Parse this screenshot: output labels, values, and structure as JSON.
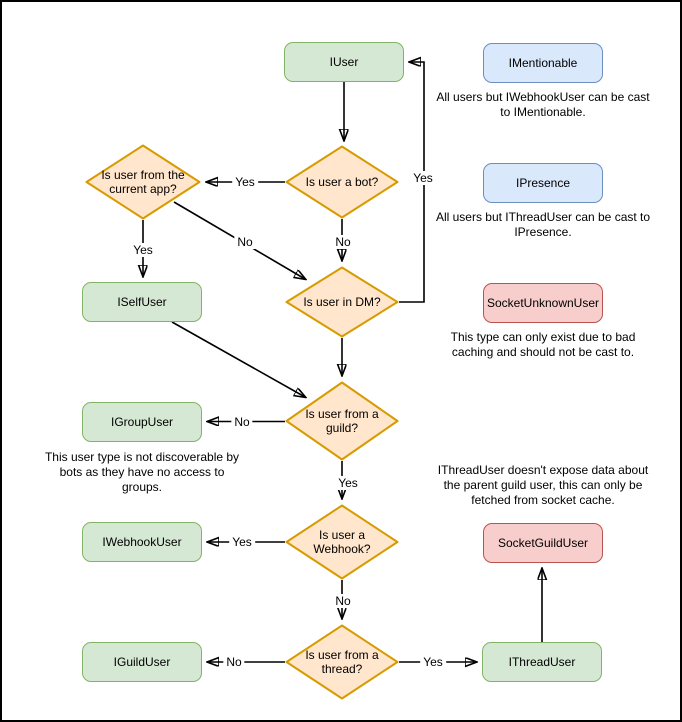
{
  "diagram": {
    "nodes": {
      "iuser": {
        "label": "IUser"
      },
      "imentionable": {
        "label": "IMentionable"
      },
      "ipresence": {
        "label": "IPresence"
      },
      "socketunknownuser": {
        "label": "SocketUnknownUser"
      },
      "iselfuser": {
        "label": "ISelfUser"
      },
      "igroupuser": {
        "label": "IGroupUser"
      },
      "iwebhookuser": {
        "label": "IWebhookUser"
      },
      "socketguilduser": {
        "label": "SocketGuildUser"
      },
      "iguilduser": {
        "label": "IGuildUser"
      },
      "ithreaduser": {
        "label": "IThreadUser"
      }
    },
    "decisions": {
      "current_app": {
        "label": "Is user from the current app?"
      },
      "bot": {
        "label": "Is user a bot?"
      },
      "dm": {
        "label": "Is user in DM?"
      },
      "guild": {
        "label": "Is user from a guild?"
      },
      "webhook": {
        "label": "Is user a Webhook?"
      },
      "thread": {
        "label": "Is user from a thread?"
      }
    },
    "edge_labels": {
      "bot_to_app": "Yes",
      "bot_to_dm": "No",
      "app_to_self": "Yes",
      "app_to_dm": "No",
      "dm_to_iuser": "Yes",
      "guild_to_group": "No",
      "guild_to_webhook": "Yes",
      "webhook_to_iwebhook": "Yes",
      "webhook_to_thread": "No",
      "thread_to_iguild": "No",
      "thread_to_ithread": "Yes"
    },
    "notes": {
      "mentionable": "All users but IWebhookUser can be cast to IMentionable.",
      "presence": "All users but IThreadUser can be cast to IPresence.",
      "unknown": "This type can only exist due to bad caching and should not be cast to.",
      "group": "This user type is not discoverable by bots as they have no access to groups.",
      "threaduser": "IThreadUser doesn't expose data about the parent guild user, this can only be fetched from socket cache."
    },
    "colors": {
      "interface_fill": "#d5e8d4",
      "interface_stroke": "#82b366",
      "decision_fill": "#ffe6cc",
      "decision_stroke": "#d79b00",
      "castable_fill": "#dae8fc",
      "castable_stroke": "#6c8ebf",
      "socket_fill": "#f8cecc",
      "socket_stroke": "#b85450",
      "line": "#000000",
      "background": "#ffffff",
      "border": "#000000"
    }
  }
}
